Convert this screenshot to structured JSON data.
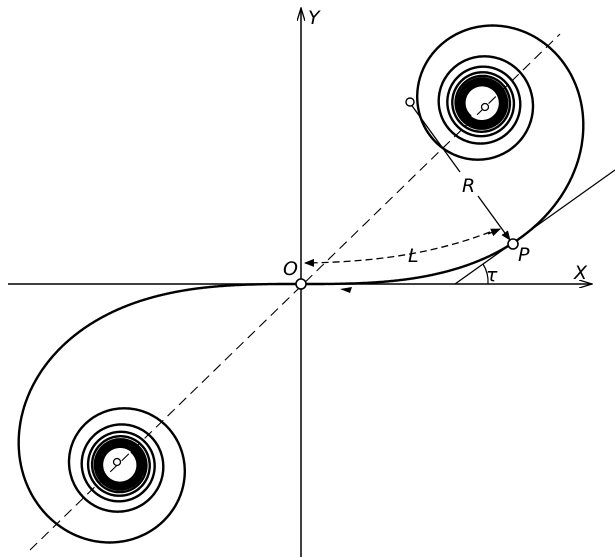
{
  "labels": {
    "y_axis": "Y",
    "x_axis": "X",
    "origin": "O",
    "arc_length": "L",
    "radius": "R",
    "point": "P",
    "tangent_angle": "τ"
  },
  "colors": {
    "ink": "#000000",
    "background": "#ffffff"
  }
}
